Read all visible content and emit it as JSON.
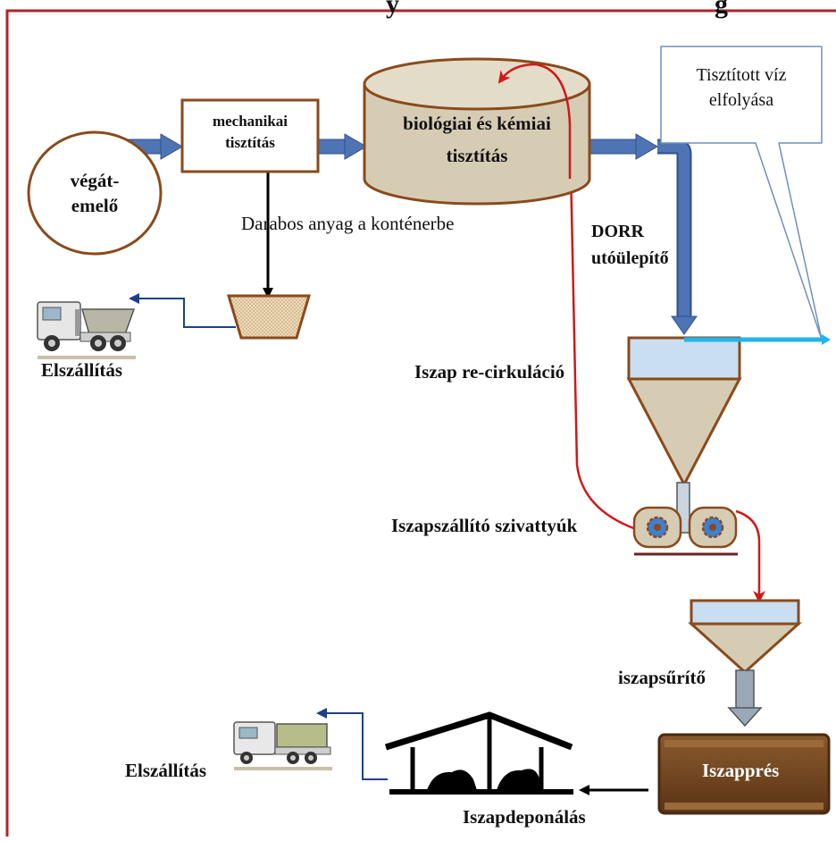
{
  "header": {
    "partial_title": "y",
    "partial_title_end": "g"
  },
  "nodes": {
    "vegat": {
      "line1": "végát-",
      "line2": "emelő"
    },
    "mechanikai": {
      "line1": "mechanikai",
      "line2": "tisztítás"
    },
    "biologiai": {
      "line1": "biológiai és kémiai",
      "line2": "tisztítás"
    },
    "callout": {
      "line1": "Tisztított víz",
      "line2": "elfolyása"
    },
    "dorr": {
      "line1": "DORR",
      "line2": "utóülepítő"
    },
    "iszap_recirk": "Iszap re-cirkuláció",
    "szivattyuk": "Iszapszállító szivattyúk",
    "iszapsurito": "iszapsűrítő",
    "iszappres": "Iszapprés",
    "iszapdeponalas": "Iszapdeponálás",
    "elszallitas_top": "Elszállítás",
    "elszallitas_bottom": "Elszállítás",
    "darabos": "Darabos anyag a konténerbe"
  },
  "colors": {
    "frame": "#b0242a",
    "flow_pipe": "#4f74b5",
    "clear_water": "#22b4ee",
    "recirc": "#d01818",
    "node_border": "#8a4a1c",
    "tank_fill": "#d6ccb4",
    "water_fill": "#c9def0",
    "press_fill": "#6a3e1e",
    "callout_border": "#6f8fbd"
  },
  "icons": [
    "truck-icon",
    "container-icon",
    "pump-icon",
    "shelter-icon",
    "sludge-pile-icon"
  ]
}
